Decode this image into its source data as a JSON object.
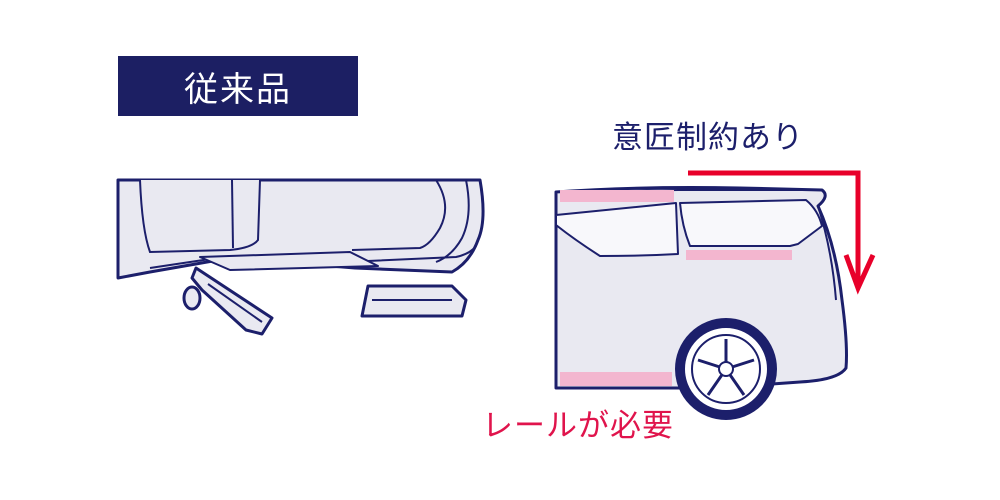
{
  "header": {
    "badge_label": "従来品"
  },
  "annotations": {
    "design_constraint": "意匠制約あり",
    "rail_required": "レールが必要"
  },
  "colors": {
    "badge_bg": "#1c1f63",
    "badge_text": "#ffffff",
    "navy": "#1c1f6b",
    "body_fill": "#e9e9f1",
    "window_fill": "#f8f8fb",
    "highlight_pink": "#f3b6cf",
    "red": "#e8002a",
    "rail_text": "#e0144c"
  }
}
